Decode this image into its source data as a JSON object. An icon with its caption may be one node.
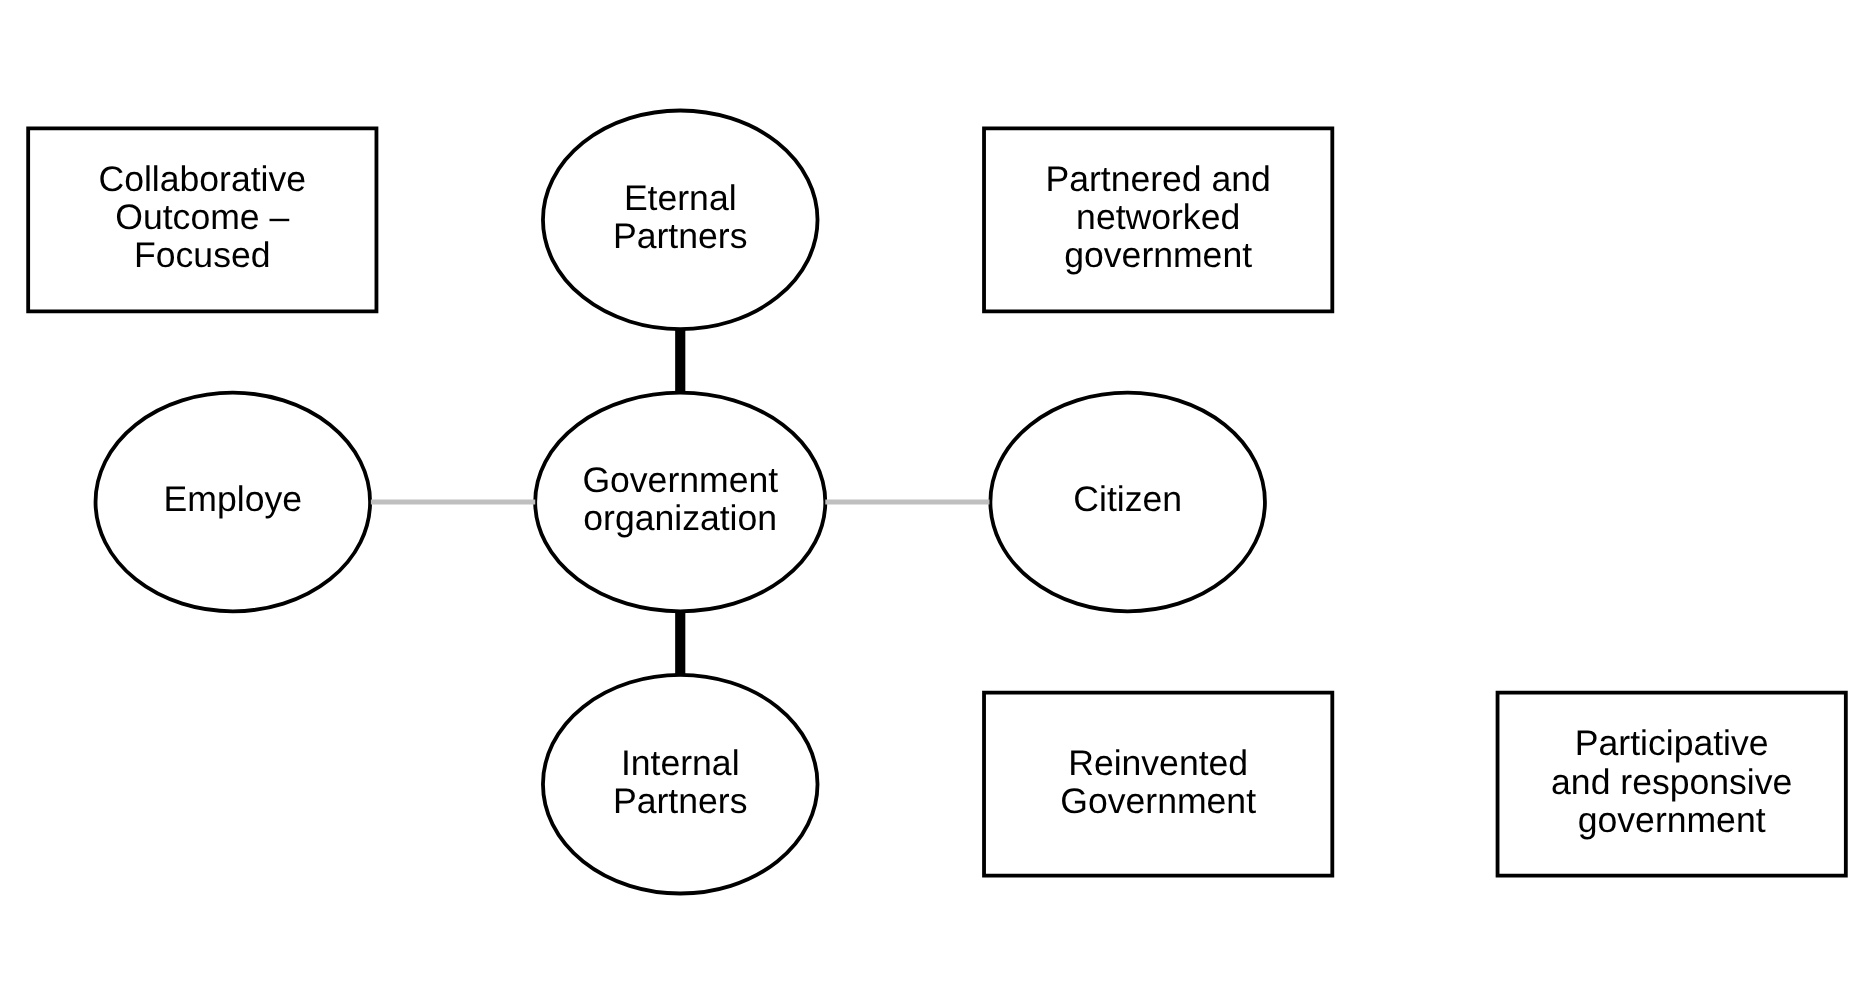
{
  "diagram": {
    "nodes": [
      {
        "text": [
          "Collaborative Outcome – Focused"
        ]
      },
      {
        "text": [
          "Eternal Partners"
        ]
      },
      {
        "text": [
          "Partnered and networked government"
        ]
      },
      {
        "text": [
          "Employe"
        ]
      },
      {
        "text": [
          "Government organization"
        ]
      },
      {
        "text": [
          "Citizen"
        ]
      },
      {
        "text": [
          "Reinvented Government"
        ]
      },
      {
        "text": [
          "Internal Partners"
        ]
      },
      {
        "text": [
          "Participative and responsive government"
        ]
      }
    ],
    "edges": [
      {
        "from": 1,
        "to": 4,
        "arrow": "none",
        "style": "thick"
      },
      {
        "from": 3,
        "to": 4,
        "arrow": "none",
        "color": "#bfbfbf"
      },
      {
        "from": 4,
        "to": 5,
        "arrow": "none",
        "color": "#bfbfbf"
      },
      {
        "from": 4,
        "to": 7,
        "arrow": "none",
        "style": "thick"
      }
    ]
  }
}
